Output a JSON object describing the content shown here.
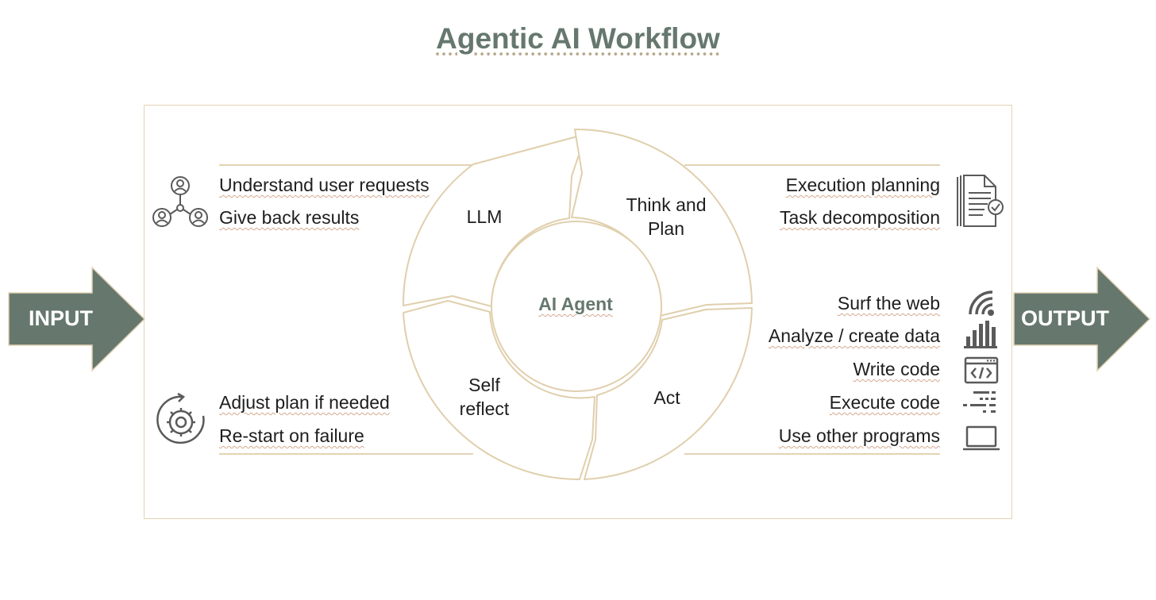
{
  "title": "Agentic AI Workflow",
  "input_label": "INPUT",
  "output_label": "OUTPUT",
  "center_label": "AI Agent",
  "segments": {
    "llm": "LLM",
    "think_plan_1": "Think and",
    "think_plan_2": "Plan",
    "act": "Act",
    "self_reflect_1": "Self",
    "self_reflect_2": "reflect"
  },
  "top_left": [
    "Understand user requests",
    "Give back results"
  ],
  "bottom_left": [
    "Adjust plan if needed",
    "Re-start on failure"
  ],
  "top_right": [
    "Execution planning",
    "Task decomposition"
  ],
  "bottom_right": [
    "Surf the web",
    "Analyze / create data",
    "Write code",
    "Execute code",
    "Use other programs"
  ],
  "icons": {
    "users": "users-network-icon",
    "refresh_gear": "refresh-gear-icon",
    "document_check": "document-check-icon",
    "wifi": "wifi-signal-icon",
    "bar_chart": "bar-chart-icon",
    "code_window": "code-window-icon",
    "execute": "execute-code-icon",
    "laptop": "laptop-icon"
  },
  "colors": {
    "accent": "#66786e",
    "border": "#e3d3b4",
    "text": "#1e1e1e"
  }
}
